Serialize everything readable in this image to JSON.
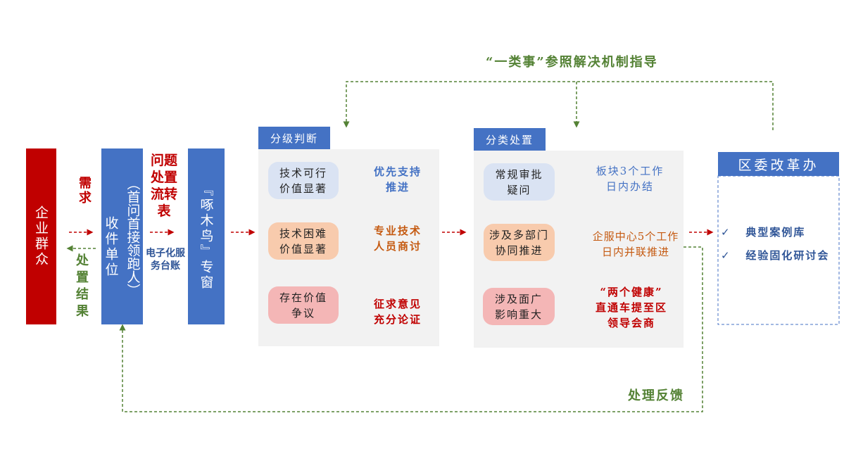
{
  "top_label": "“一类事”参照解决机制指导",
  "public": "企业群众",
  "demand": "需求",
  "result": "处置结果",
  "receiver": {
    "main": "收件单位",
    "sub": "（首问首接领跑人）"
  },
  "transfer_form": "问题处置流转表",
  "ledger": "电子化服务台账",
  "window": "『啄木鸟』专窗",
  "grading": {
    "header": "分级判断",
    "items": [
      {
        "pill": "技术可行\n价值显著",
        "result": "优先支持\n推进"
      },
      {
        "pill": "技术困难\n价值显著",
        "result": "专业技术\n人员商讨"
      },
      {
        "pill": "存在价值\n争议",
        "result": "征求意见\n充分论证"
      }
    ]
  },
  "handling": {
    "header": "分类处置",
    "items": [
      {
        "pill": "常规审批\n疑问",
        "result": "板块3个工作\n日内办结"
      },
      {
        "pill": "涉及多部门\n协同推进",
        "result": "企服中心5个工作\n日内并联推进"
      },
      {
        "pill": "涉及面广\n影响重大",
        "result": "“两个健康”\n直通车提至区\n领导会商"
      }
    ]
  },
  "office": {
    "header": "区委改革办",
    "items": [
      "典型案例库",
      "经验固化研讨会"
    ],
    "check_icon": "✓"
  },
  "feedback": "处理反馈",
  "colors": {
    "red": "#C00000",
    "blue": "#4472C4",
    "green": "#548235",
    "orange": "#C55A11"
  }
}
